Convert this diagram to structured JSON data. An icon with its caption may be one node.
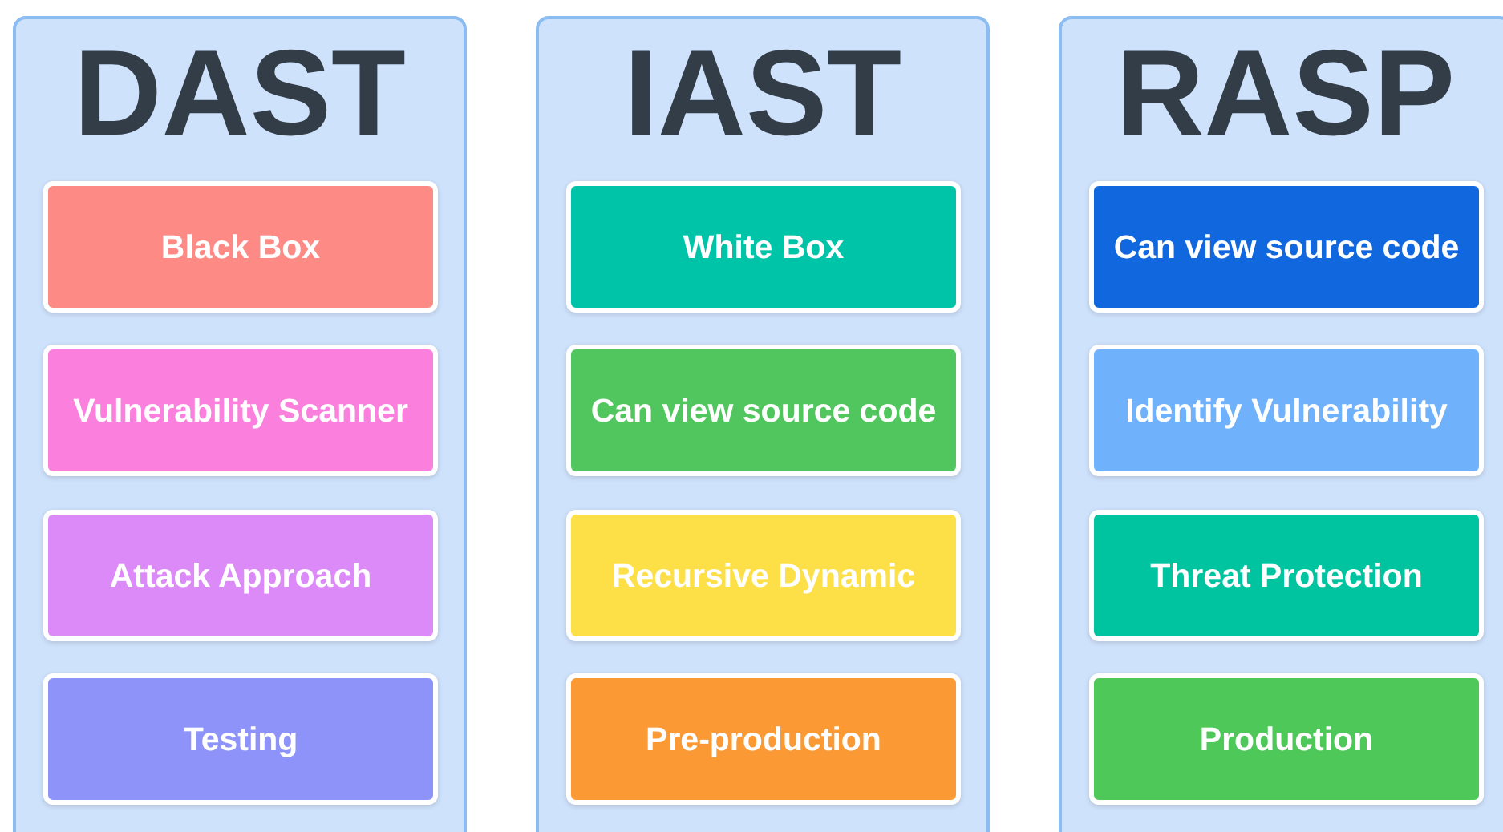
{
  "diagram": {
    "nodes": [
      {
        "text": [
          "DAST"
        ]
      },
      {
        "text": [
          "Black Box"
        ],
        "in": 0
      },
      {
        "text": [
          "Vulnerability Scanner"
        ],
        "in": 0
      },
      {
        "text": [
          "Attack Approach"
        ],
        "in": 0
      },
      {
        "text": [
          "Testing"
        ],
        "in": 0
      },
      {
        "text": [
          "IAST"
        ]
      },
      {
        "text": [
          "White Box"
        ],
        "in": 5
      },
      {
        "text": [
          "Can view source code"
        ],
        "in": 5
      },
      {
        "text": [
          "Recursive Dynamic"
        ],
        "in": 5
      },
      {
        "text": [
          "Pre-production"
        ],
        "in": 5
      },
      {
        "text": [
          "RASP"
        ]
      },
      {
        "text": [
          "Can view source code"
        ],
        "in": 10
      },
      {
        "text": [
          "Identify Vulnerability"
        ],
        "in": 10
      },
      {
        "text": [
          "Threat Protection"
        ],
        "in": 10
      },
      {
        "text": [
          "Production"
        ],
        "in": 10
      }
    ]
  }
}
